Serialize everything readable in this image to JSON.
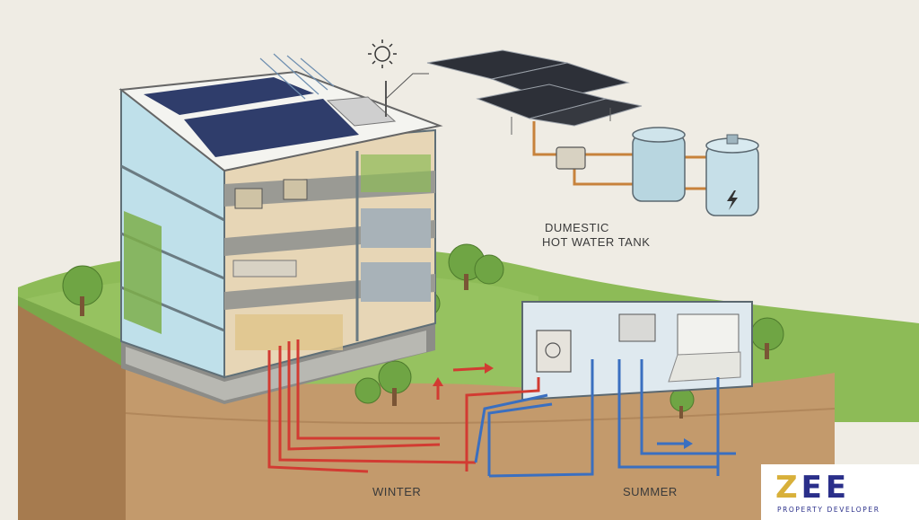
{
  "labels": {
    "tank_line1": "DUMESTIC",
    "tank_line2": "HOT WATER TANK",
    "winter": "WINTER",
    "summer": "SUMMER"
  },
  "logo": {
    "mark_z": "Z",
    "mark_e": "EE",
    "subtitle": "PROPERTY DEVELOPER"
  },
  "colors": {
    "background": "#efece4",
    "hot_pipe": "#d23b32",
    "cold_pipe": "#3a6fc0",
    "solar_panel": "#2f3d6b",
    "grass": "#8dbb57",
    "soil": "#b48a60",
    "logo_gold": "#d8b03a",
    "logo_navy": "#2a2f8a"
  },
  "icons": [
    "sun-icon",
    "lightning-icon",
    "flow-arrow-icon"
  ]
}
